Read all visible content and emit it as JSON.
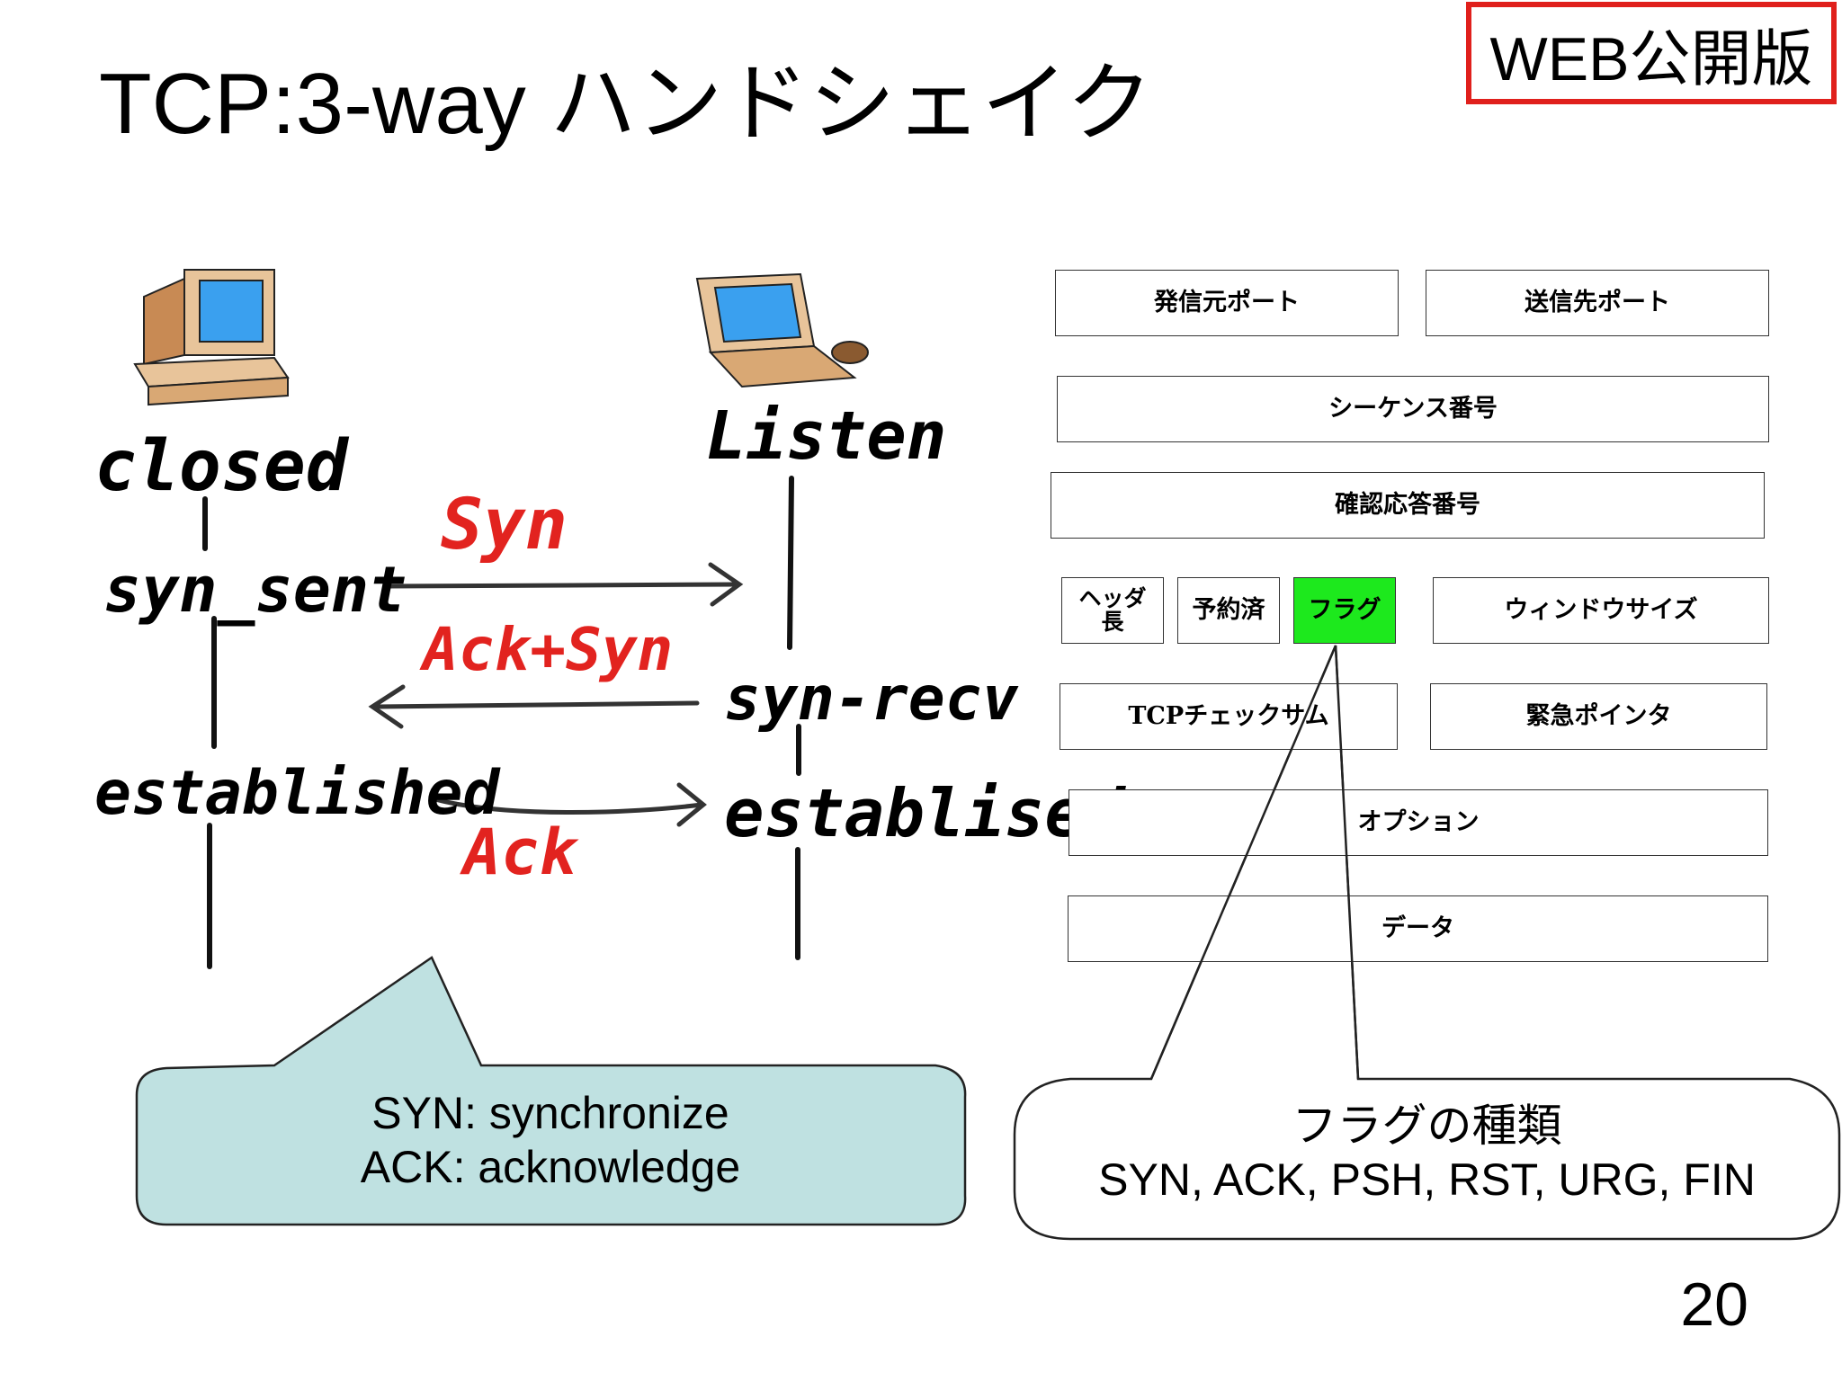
{
  "title": "TCP:3-way ハンドシェイク",
  "badge": "WEB公開版",
  "page_number": "20",
  "handshake": {
    "client_states": [
      "closed",
      "syn_sent",
      "established"
    ],
    "server_states": [
      "Listen",
      "syn-recv",
      "establised"
    ],
    "messages": [
      "Syn",
      "Ack+Syn",
      "Ack"
    ]
  },
  "legend": {
    "line1": "SYN: synchronize",
    "line2": "ACK: acknowledge"
  },
  "header_fields": {
    "src_port": "発信元ポート",
    "dst_port": "送信先ポート",
    "seq": "シーケンス番号",
    "ack": "確認応答番号",
    "header_len": "ヘッダ\n長",
    "reserved": "予約済",
    "flags": "フラグ",
    "window": "ウィンドウサイズ",
    "checksum": "TCPチェックサム",
    "urgent": "緊急ポインタ",
    "options": "オプション",
    "data": "データ"
  },
  "flags_callout": {
    "line1": "フラグの種類",
    "line2": "SYN, ACK, PSH, RST, URG, FIN"
  },
  "colors": {
    "hand_red": "#e2231f",
    "flag_green": "#1de91d",
    "badge_red": "#e0201c",
    "legend_fill": "#bfe1e1"
  }
}
